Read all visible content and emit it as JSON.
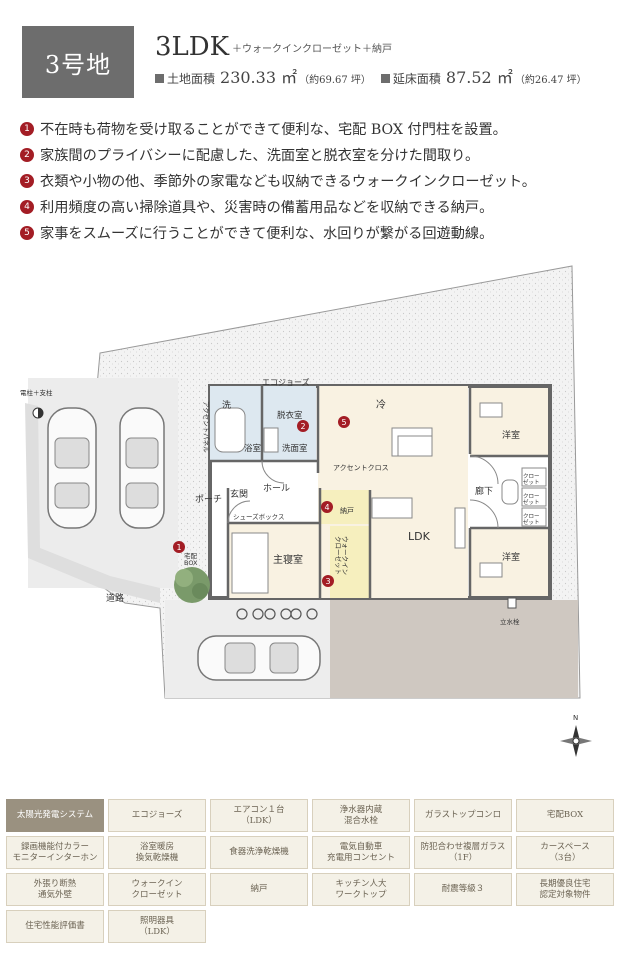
{
  "header": {
    "lot": "3号地",
    "layout": "3LDK",
    "layout_extra": "＋ウォークインクローゼット＋納戸",
    "land_label": "土地面積",
    "land_value": "230.33 ㎡",
    "land_tsubo": "（約69.67 坪）",
    "floor_label": "延床面積",
    "floor_value": "87.52 ㎡",
    "floor_tsubo": "（約26.47 坪）"
  },
  "features": [
    {
      "num": "1",
      "text": "不在時も荷物を受け取ることができて便利な、宅配 BOX 付門柱を設置。"
    },
    {
      "num": "2",
      "text": "家族間のプライバシーに配慮した、洗面室と脱衣室を分けた間取り。"
    },
    {
      "num": "3",
      "text": "衣類や小物の他、季節外の家電なども収納できるウォークインクローゼット。"
    },
    {
      "num": "4",
      "text": "利用頻度の高い掃除道具や、災害時の備蓄用品などを収納できる納戸。"
    },
    {
      "num": "5",
      "text": "家事をスムーズに行うことができて便利な、水回りが繋がる回遊動線。"
    }
  ],
  "plan": {
    "eco_jozu": "エコジョーズ",
    "wash": "洗",
    "undress": "脱衣室",
    "bath": "浴室",
    "washroom": "洗面室",
    "fridge": "冷",
    "accent_cross": "アクセントクロス",
    "accent_panel": "アクセントパネル",
    "western1": "洋室",
    "western2": "洋室",
    "corridor": "廊下",
    "closet1": "クロー\nゼット",
    "closet2": "クロー\nゼット",
    "closet3": "クロー\nゼット",
    "entrance": "玄関",
    "hall": "ホール",
    "porch": "ポーチ",
    "shoes": "シューズボックス",
    "storage": "納戸",
    "ldk": "LDK",
    "master": "主寝室",
    "wic": "ウォークイン\nクローゼット",
    "delivery_box": "宅配\nBOX",
    "pole": "電柱＋支柱",
    "road": "道路",
    "water": "立水栓",
    "north": "N",
    "markers": [
      "1",
      "2",
      "3",
      "4",
      "5"
    ]
  },
  "equipment": [
    {
      "label": "太陽光発電システム",
      "active": true
    },
    {
      "label": "エコジョーズ",
      "active": false
    },
    {
      "label": "エアコン１台\n（LDK）",
      "active": false
    },
    {
      "label": "浄水器内蔵\n混合水栓",
      "active": false
    },
    {
      "label": "ガラストップコンロ",
      "active": false
    },
    {
      "label": "宅配BOX",
      "active": false
    },
    {
      "label": "録画機能付カラー\nモニターインターホン",
      "active": false
    },
    {
      "label": "浴室暖房\n換気乾燥機",
      "active": false
    },
    {
      "label": "食器洗浄乾燥機",
      "active": false
    },
    {
      "label": "電気自動車\n充電用コンセント",
      "active": false
    },
    {
      "label": "防犯合わせ複層ガラス\n（1F）",
      "active": false
    },
    {
      "label": "カースペース\n（3台）",
      "active": false
    },
    {
      "label": "外張り断熱\n通気外壁",
      "active": false
    },
    {
      "label": "ウォークイン\nクローゼット",
      "active": false
    },
    {
      "label": "納戸",
      "active": false
    },
    {
      "label": "キッチン人大\nワークトップ",
      "active": false
    },
    {
      "label": "耐震等級３",
      "active": false
    },
    {
      "label": "長期優良住宅\n認定対象物件",
      "active": false
    },
    {
      "label": "住宅性能評価書",
      "active": false
    },
    {
      "label": "照明器具\n（LDK）",
      "active": false
    }
  ]
}
